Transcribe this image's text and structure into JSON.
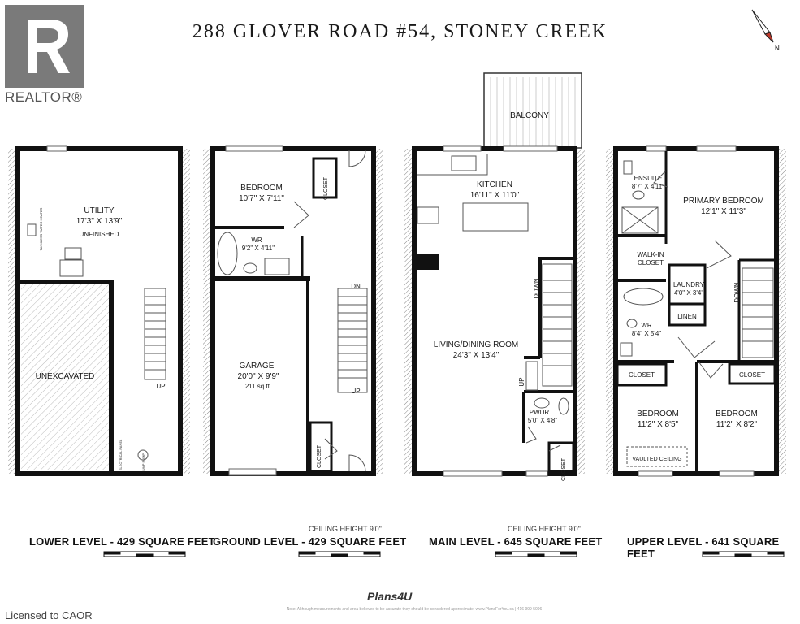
{
  "title": "288 GLOVER ROAD #54, STONEY CREEK",
  "brand": {
    "realtor_text": "REALTOR®",
    "licensed_text": "Licensed to CAOR",
    "plans_logo": "Plans4U",
    "footer_note": "Note: Although measurements and area believed to be accurate they should be considered approximate. www.PlansForYou.ca | 416 999 5096"
  },
  "levels": [
    {
      "name": "LOWER LEVEL - 429 SQUARE FEET",
      "ceiling": ""
    },
    {
      "name": "GROUND LEVEL - 429 SQUARE FEET",
      "ceiling": "CEILING HEIGHT 9'0\""
    },
    {
      "name": "MAIN LEVEL - 645 SQUARE FEET",
      "ceiling": "CEILING HEIGHT 9'0\""
    },
    {
      "name": "UPPER LEVEL - 641 SQUARE FEET",
      "ceiling": ""
    }
  ],
  "rooms": {
    "utility": {
      "name": "UTILITY",
      "size": "17'3\" X 13'9\"",
      "note": "UNFINISHED"
    },
    "unexcavated": {
      "name": "UNEXCAVATED"
    },
    "bedroom_ground": {
      "name": "BEDROOM",
      "size": "10'7\" X 7'11\""
    },
    "wr_ground": {
      "name": "WR",
      "size": "9'2\" X 4'11\""
    },
    "garage": {
      "name": "GARAGE",
      "size": "20'0\" X 9'9\"",
      "area": "211 sq.ft."
    },
    "balcony": {
      "name": "BALCONY"
    },
    "kitchen": {
      "name": "KITCHEN",
      "size": "16'11\" X 11'0\""
    },
    "living": {
      "name": "LIVING/DINING ROOM",
      "size": "24'3\" X 13'4\""
    },
    "pwdr": {
      "name": "PWDR",
      "size": "5'0\" X 4'8\""
    },
    "ensuite": {
      "name": "ENSUITE",
      "size": "8'7\" X 4'11\""
    },
    "primary": {
      "name": "PRIMARY BEDROOM",
      "size": "12'1\" X 11'3\""
    },
    "walkin": {
      "name": "WALK-IN",
      "name2": "CLOSET"
    },
    "laundry": {
      "name": "LAUNDRY",
      "size": "4'0\" X 3'4\""
    },
    "linen": {
      "name": "LINEN"
    },
    "wr_upper": {
      "name": "WR",
      "size": "8'4\" X 5'4\""
    },
    "bedroom_upper_left": {
      "name": "BEDROOM",
      "size": "11'2\" X 8'5\""
    },
    "bedroom_upper_right": {
      "name": "BEDROOM",
      "size": "11'2\" X 8'2\""
    },
    "vaulted": {
      "name": "VAULTED CEILING"
    }
  },
  "labels": {
    "closet": "CLOSET",
    "up": "UP",
    "dn": "DN",
    "down": "DOWN",
    "water_heater": "TANKLESS WATER HEATER",
    "electrical": "ELECTRICAL PANEL",
    "sump": "SUMP PUMP"
  },
  "compass_label": "N"
}
